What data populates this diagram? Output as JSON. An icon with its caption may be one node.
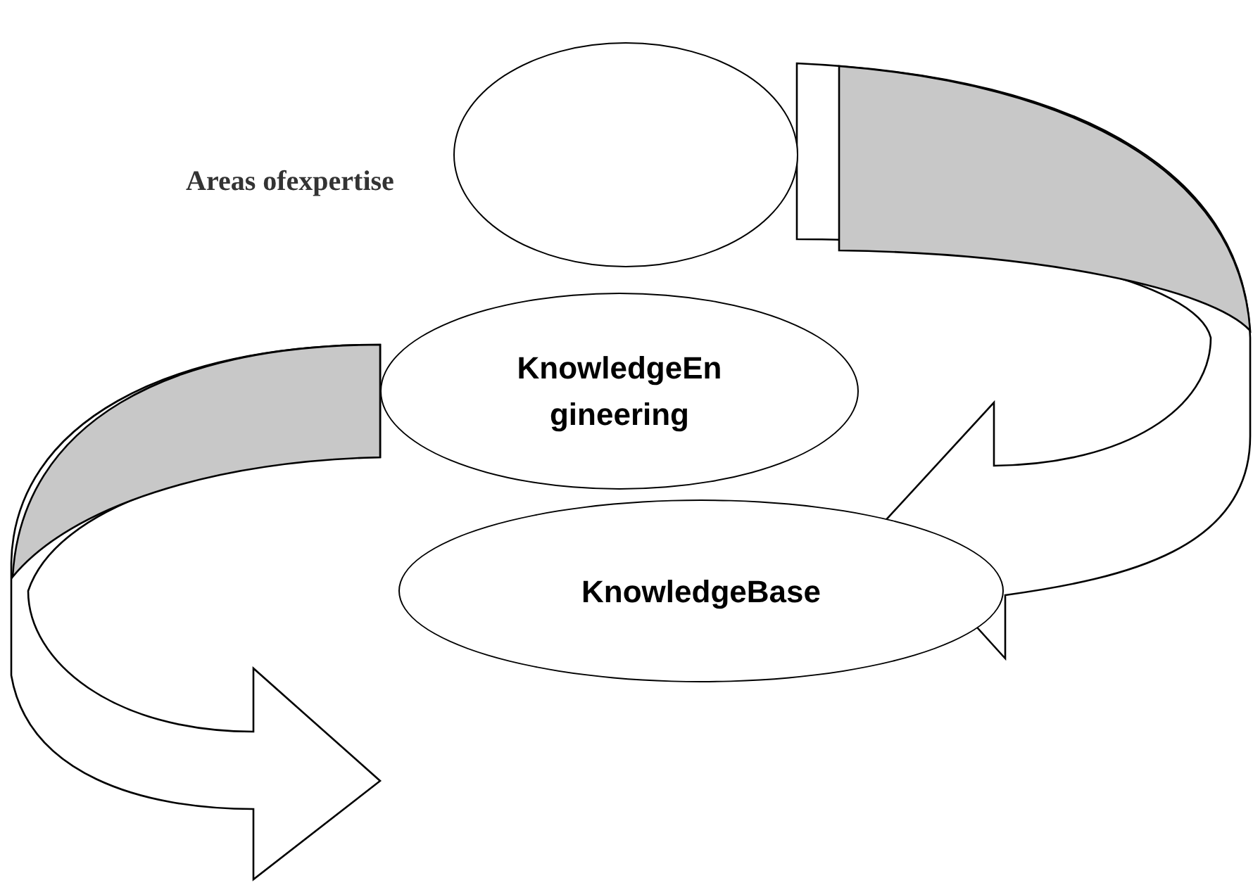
{
  "diagram": {
    "nodes": [
      {
        "text": [],
        "shape": "ellipse",
        "beside": [
          "Areas ofexpertise"
        ]
      },
      {
        "text": [
          "KnowledgeEn gineering"
        ]
      },
      {
        "text": [
          "KnowledgeBase"
        ]
      }
    ],
    "edges": [
      {
        "from": 0,
        "to": 2,
        "arrow": "to"
      },
      {
        "from": 1,
        "to": null,
        "arrow": "to"
      }
    ]
  }
}
